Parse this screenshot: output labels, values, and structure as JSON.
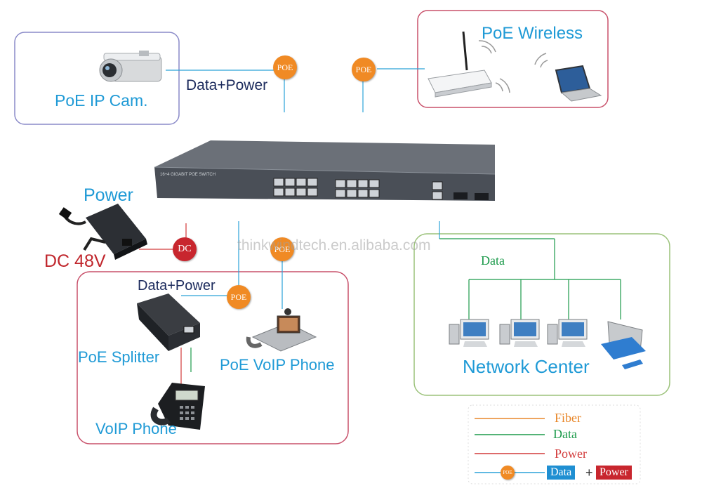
{
  "colors": {
    "fiber": "#e8872a",
    "data": "#1b9a4a",
    "power": "#d23a3a",
    "poe_line": "#2aa2d8",
    "poe_badge": "#f08a24",
    "dc_badge": "#c8262e",
    "label_blue": "#1f9ad6",
    "box_blue": "#8a8ac8",
    "box_red": "#c8506a",
    "box_green": "#9bc27a"
  },
  "boxes": {
    "ipcam": {
      "label": "PoE IP Cam.",
      "connection_label": "Data+Power",
      "badge": "POE"
    },
    "wireless": {
      "label": "PoE Wireless",
      "badge": "POE"
    },
    "power": {
      "label": "Power",
      "voltage": "DC 48V",
      "badge": "DC"
    },
    "phones": {
      "connection_label": "Data+Power",
      "splitter_label": "PoE Splitter",
      "voip_label": "PoE VoIP Phone",
      "phone_label": "VoIP Phone",
      "badge_left": "POE",
      "badge_right": "POE"
    },
    "network": {
      "label": "Network Center",
      "data_label": "Data"
    }
  },
  "switch": {
    "model_text": "16+4 GIGABIT POE SWITCH"
  },
  "watermark": "thinkwindtech.en.alibaba.com",
  "legend": {
    "fiber": "Fiber",
    "data": "Data",
    "power": "Power",
    "badge": "POE",
    "data_chip": "Data",
    "plus": "+",
    "power_chip": "Power"
  }
}
